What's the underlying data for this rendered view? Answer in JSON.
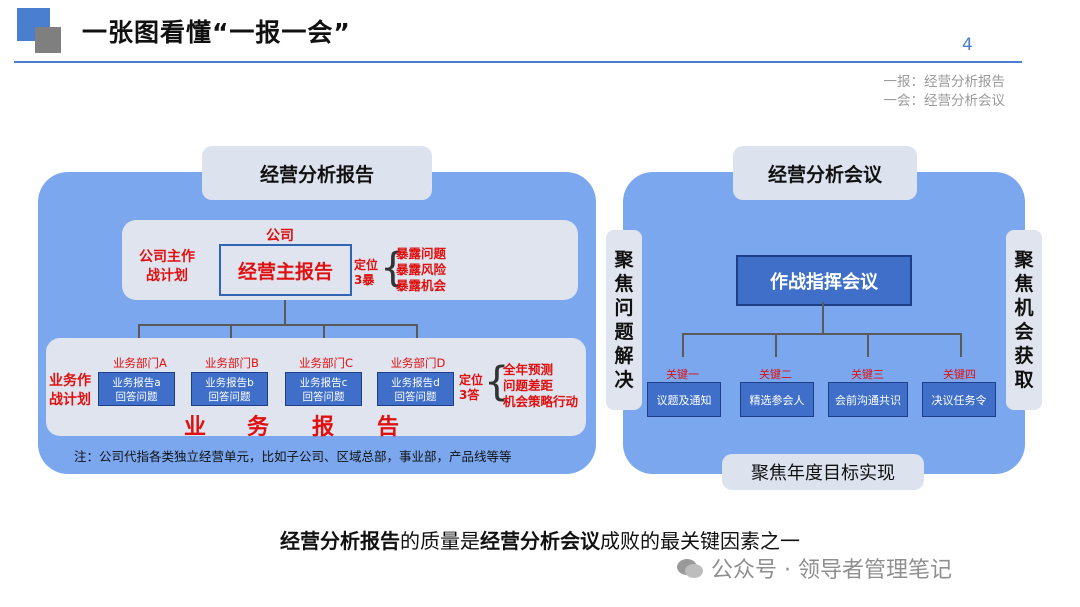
{
  "header": {
    "title": "一张图看懂“一报一会”",
    "page_number": "4",
    "subtitle_line1": "一报：经营分析报告",
    "subtitle_line2": "一会：经营分析会议"
  },
  "left": {
    "caption": "经营分析报告",
    "company_label": "公司",
    "company_plan": [
      "公司主作",
      "战计划"
    ],
    "main_report": "经营主报告",
    "position_label": [
      "定位",
      "3暴"
    ],
    "position_items": [
      "暴露问题",
      "暴露风险",
      "暴露机会"
    ],
    "business_plan": [
      "业务作",
      "战计划"
    ],
    "departments": [
      {
        "name": "业务部门A",
        "report": "业务报告a",
        "answer": "回答问题"
      },
      {
        "name": "业务部门B",
        "report": "业务报告b",
        "answer": "回答问题"
      },
      {
        "name": "业务部门C",
        "report": "业务报告c",
        "answer": "回答问题"
      },
      {
        "name": "业务部门D",
        "report": "业务报告d",
        "answer": "回答问题"
      }
    ],
    "dept_position_label": [
      "定位",
      "3答"
    ],
    "dept_position_items": [
      "全年预测",
      "问题差距",
      "机会策略行动"
    ],
    "business_report_chars": [
      "业",
      "务",
      "报",
      "告"
    ],
    "note": "注：公司代指各类独立经营单元，比如子公司、区域总部，事业部，产品线等等"
  },
  "right": {
    "caption": "经营分析会议",
    "left_vertical": [
      "聚",
      "焦",
      "问",
      "题",
      "解",
      "决"
    ],
    "right_vertical": [
      "聚",
      "焦",
      "机",
      "会",
      "获",
      "取"
    ],
    "command_meeting": "作战指挥会议",
    "keys": [
      {
        "label": "关键一",
        "text": "议题及通知"
      },
      {
        "label": "关键二",
        "text": "精选参会人"
      },
      {
        "label": "关键三",
        "text": "会前沟通共识"
      },
      {
        "label": "关键四",
        "text": "决议任务令"
      }
    ],
    "bottom_caption": "聚焦年度目标实现"
  },
  "conclusion": {
    "part1": "经营分析报告",
    "part2": "的质量是",
    "part3": "经营分析会议",
    "part4": "成败的最关键因素之一"
  },
  "watermark": "公众号 · 领导者管理笔记"
}
